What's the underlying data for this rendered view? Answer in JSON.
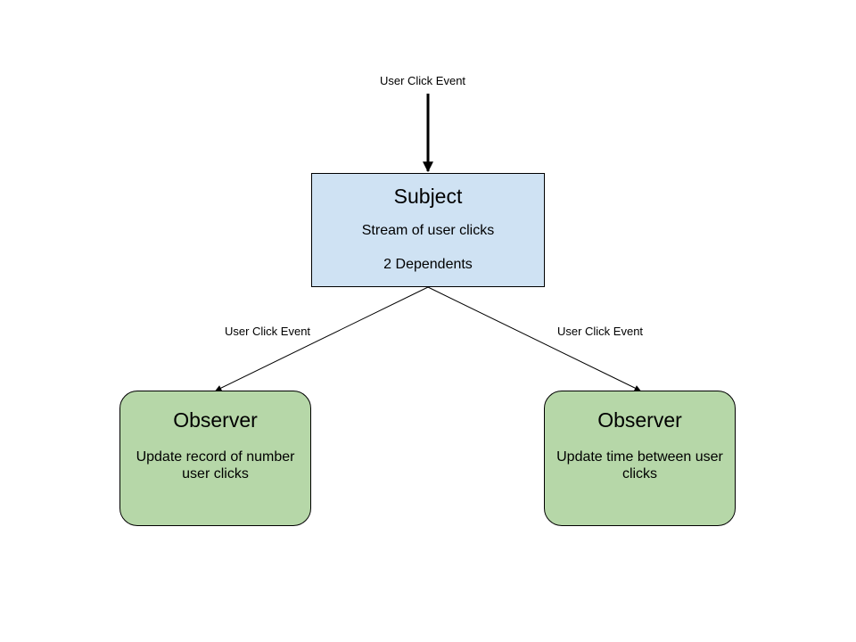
{
  "colors": {
    "subject_fill": "#cfe2f3",
    "observer_fill": "#b6d7a8",
    "stroke": "#000000"
  },
  "edges": {
    "incoming_label": "User Click Event",
    "left_label": "User Click Event",
    "right_label": "User Click Event"
  },
  "subject": {
    "title": "Subject",
    "description": "Stream of user clicks",
    "dependents": "2 Dependents"
  },
  "observers": [
    {
      "title": "Observer",
      "description": "Update record of number user clicks"
    },
    {
      "title": "Observer",
      "description": "Update time between user clicks"
    }
  ]
}
